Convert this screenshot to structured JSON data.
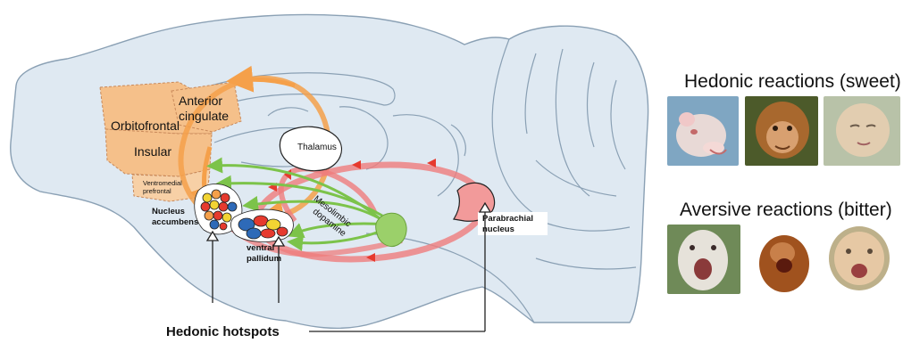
{
  "labels": {
    "anterior_cingulate": "Anterior cingulate",
    "orbitofrontal": "Orbitofrontal",
    "insular": "Insular",
    "ventromedial_prefrontal": "Ventromedial prefrontal",
    "thalamus": "Thalamus",
    "nucleus_accumbens": "Nucleus accumbens",
    "ventral_pallidum": "ventral pallidum",
    "mesolimbic_dopamine": "Mesolimbic dopamine",
    "parabrachial_nucleus": "Parabrachial nucleus",
    "hedonic_hotspots": "Hedonic hotspots"
  },
  "panels": {
    "hedonic_title": "Hedonic reactions (sweet)",
    "aversive_title": "Aversive reactions (bitter)"
  },
  "colors": {
    "brain_fill": "#dfe9f2",
    "brain_stroke": "#8aa0b4",
    "cortex_orange": "#f5c08a",
    "orange_loop": "#f5a04a",
    "red_loop": "#ef7c7c",
    "green_dopamine": "#7cc34a",
    "arrow_red": "#e63a2e"
  },
  "photos": {
    "hedonic": [
      "rat-face-icon",
      "orangutan-face-icon",
      "infant-face-icon"
    ],
    "aversive": [
      "rat-gape-icon",
      "orangutan-gape-icon",
      "infant-gape-icon"
    ]
  }
}
